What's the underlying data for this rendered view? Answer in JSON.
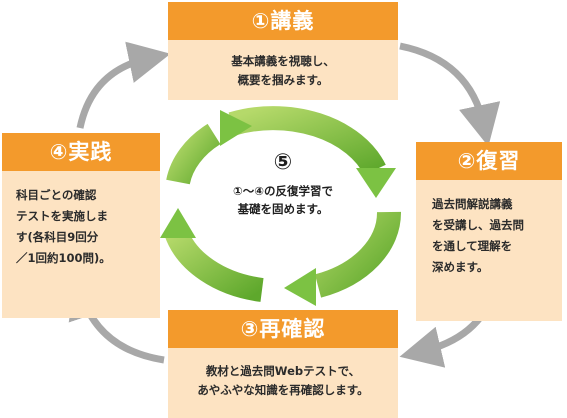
{
  "steps": [
    {
      "id": "1",
      "title": "①講義",
      "text": "基本講義を視聴し、\n概要を掴みます。"
    },
    {
      "id": "2",
      "title": "②復習",
      "text": "過去問解説講義\nを受講し、過去問\nを通して理解を\n深めます。"
    },
    {
      "id": "3",
      "title": "③再確認",
      "text": "教材と過去問Webテストで、\nあやふやな知識を再確認します。"
    },
    {
      "id": "4",
      "title": "④実践",
      "text": "科目ごとの確認\nテストを実施しま\nす(各科目9回分\n／1回約100問)。"
    }
  ],
  "center": {
    "number": "⑤",
    "text": "①～④の反復学習で\n基礎を固めます。"
  },
  "colors": {
    "header_orange": "#f39a2c",
    "body_peach": "#fde3c2",
    "cycle_green": "#7cc243",
    "outer_arrow_gray": "#a8a8a8"
  }
}
